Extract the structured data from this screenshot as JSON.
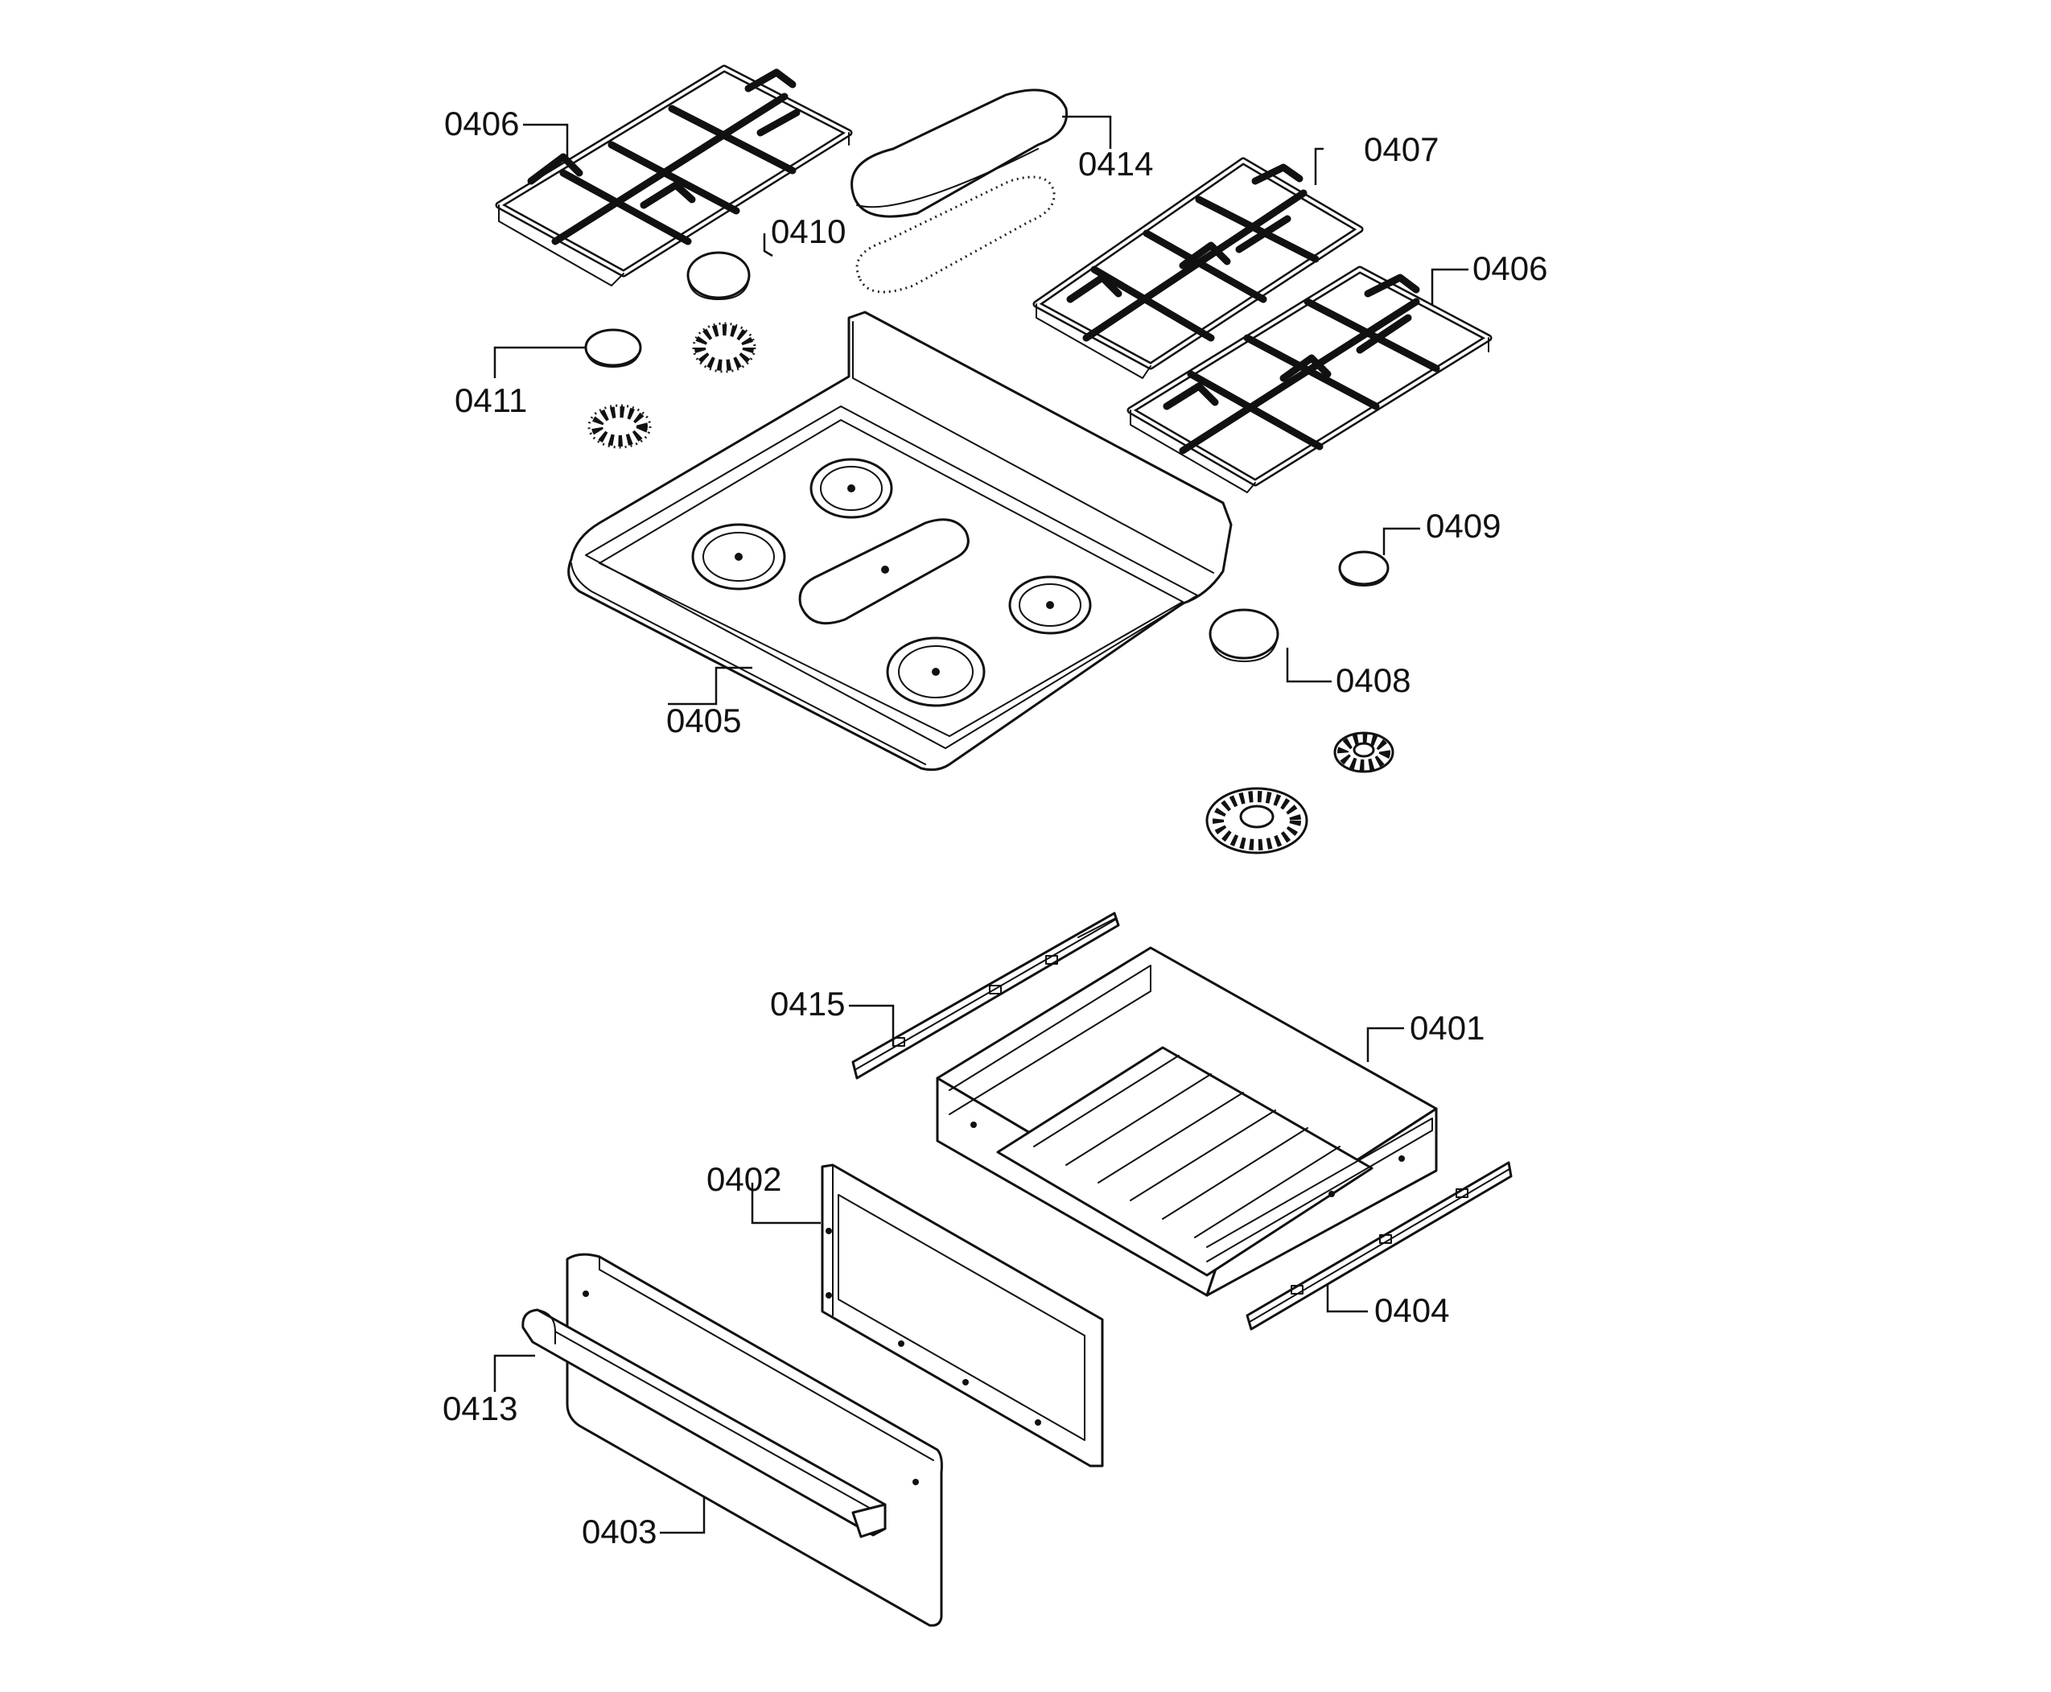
{
  "callouts": {
    "grate_left": "0406",
    "grate_right_back": "0407",
    "grate_right_front": "0406",
    "griddle_cover": "0414",
    "cap_medium": "0410",
    "cap_small_left": "0411",
    "cap_small_right": "0409",
    "cap_large": "0408",
    "cooktop": "0405",
    "drawer_rail_left": "0415",
    "drawer_body": "0401",
    "drawer_frame": "0402",
    "drawer_rail_right": "0404",
    "drawer_handle": "0413",
    "drawer_front": "0403"
  }
}
